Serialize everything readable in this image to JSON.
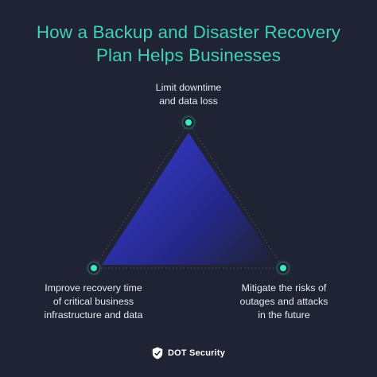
{
  "title": {
    "line1": "How a Backup and Disaster Recovery",
    "line2": "Plan Helps Businesses"
  },
  "nodes": {
    "top": {
      "line1": "Limit downtime",
      "line2": "and data loss"
    },
    "left": {
      "line1": "Improve recovery time",
      "line2": "of critical business",
      "line3": "infrastructure and data"
    },
    "right": {
      "line1": "Mitigate the risks of",
      "line2": "outages and attacks",
      "line3": "in the future"
    }
  },
  "footer": {
    "brand": "DOT Security",
    "icon": "shield-logo-icon"
  },
  "colors": {
    "background": "#1f2334",
    "accent": "#3fd0b6",
    "triangle_start": "#2f33b0",
    "triangle_end": "#1f2334",
    "node_dot": "#3ee8c0",
    "text": "#e6e8ee"
  }
}
